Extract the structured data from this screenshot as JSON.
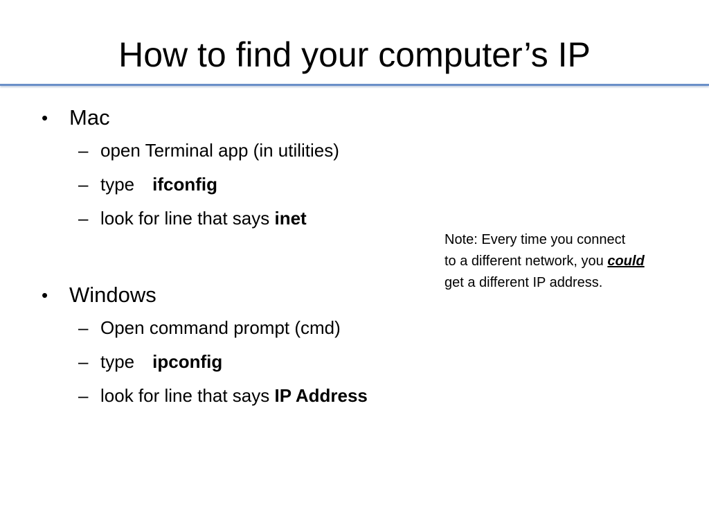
{
  "slide": {
    "title": "How to find your computer’s IP",
    "accent_color": "#6a8fc8"
  },
  "sections": [
    {
      "bullet": "•",
      "heading": "Mac",
      "items": [
        {
          "dash": "–",
          "text": "open Terminal app (in utilities)",
          "keyword": ""
        },
        {
          "dash": "–",
          "text": "type",
          "keyword": "ifconfig"
        },
        {
          "dash": "–",
          "text": "look for line that says ",
          "keyword": "inet"
        }
      ]
    },
    {
      "bullet": "•",
      "heading": "Windows",
      "items": [
        {
          "dash": "–",
          "text": "Open command prompt (cmd)",
          "keyword": ""
        },
        {
          "dash": "–",
          "text": "type",
          "keyword": "ipconfig"
        },
        {
          "dash": "–",
          "text": "look for line that says ",
          "keyword": "IP Address"
        }
      ]
    }
  ],
  "note": {
    "line1": "Note:  Every time you connect",
    "line2_prefix": "to a different network, you ",
    "line2_emphasis": "could",
    "line3": "get a different IP address."
  }
}
